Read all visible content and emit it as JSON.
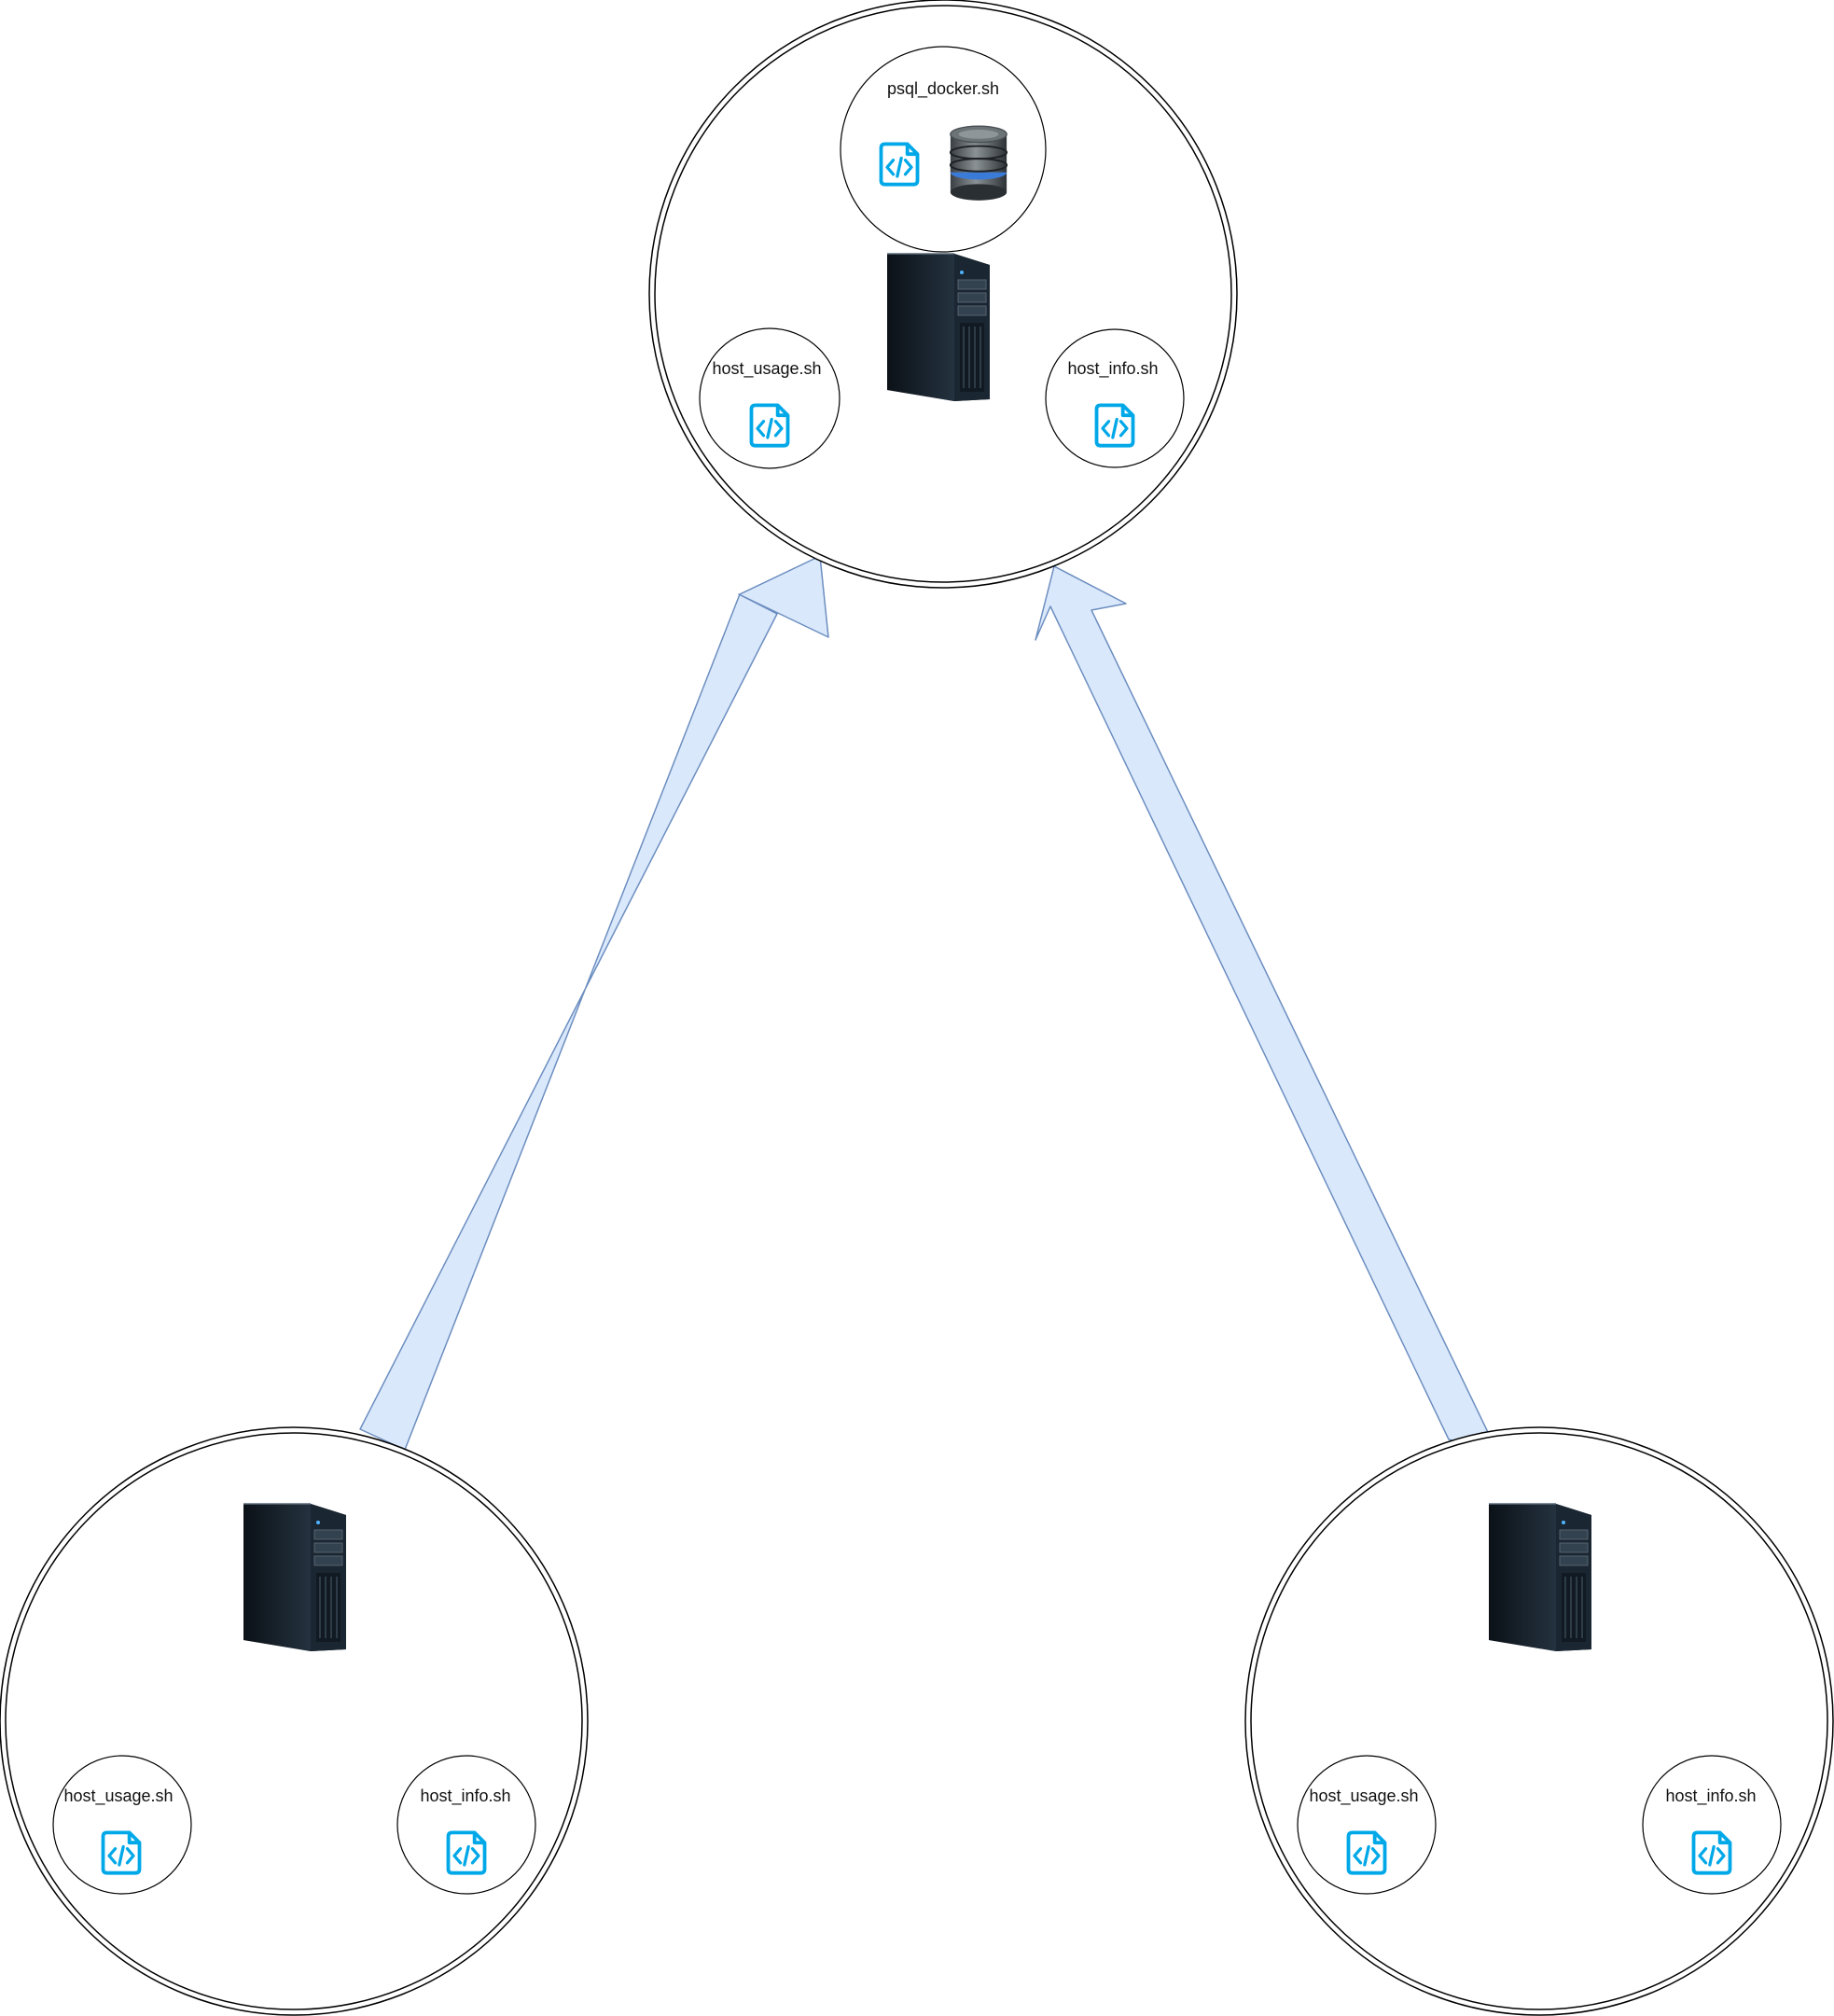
{
  "colors": {
    "arrow_fill": "#dae8fc",
    "arrow_stroke": "#6c8ebf",
    "script_icon": "#00a8e8",
    "circle_stroke": "#000000",
    "server_body": "#1c2a36",
    "database_top": "#6d7478",
    "database_ring": "#3b7bd8"
  },
  "hosts": [
    {
      "id": "server-host",
      "server_icon": "server-tower-icon",
      "database": {
        "label": "psql_docker.sh",
        "script_icon": "script-file-icon",
        "db_icon": "database-icon"
      },
      "scripts": [
        {
          "label": "host_usage.sh",
          "icon": "script-file-icon"
        },
        {
          "label": "host_info.sh",
          "icon": "script-file-icon"
        }
      ]
    },
    {
      "id": "client-host-left",
      "server_icon": "server-tower-icon",
      "scripts": [
        {
          "label": "host_usage.sh",
          "icon": "script-file-icon"
        },
        {
          "label": "host_info.sh",
          "icon": "script-file-icon"
        }
      ]
    },
    {
      "id": "client-host-right",
      "server_icon": "server-tower-icon",
      "scripts": [
        {
          "label": "host_usage.sh",
          "icon": "script-file-icon"
        },
        {
          "label": "host_info.sh",
          "icon": "script-file-icon"
        }
      ]
    }
  ],
  "connections": [
    {
      "from": "client-host-left",
      "to": "server-host"
    },
    {
      "from": "client-host-right",
      "to": "server-host"
    }
  ]
}
